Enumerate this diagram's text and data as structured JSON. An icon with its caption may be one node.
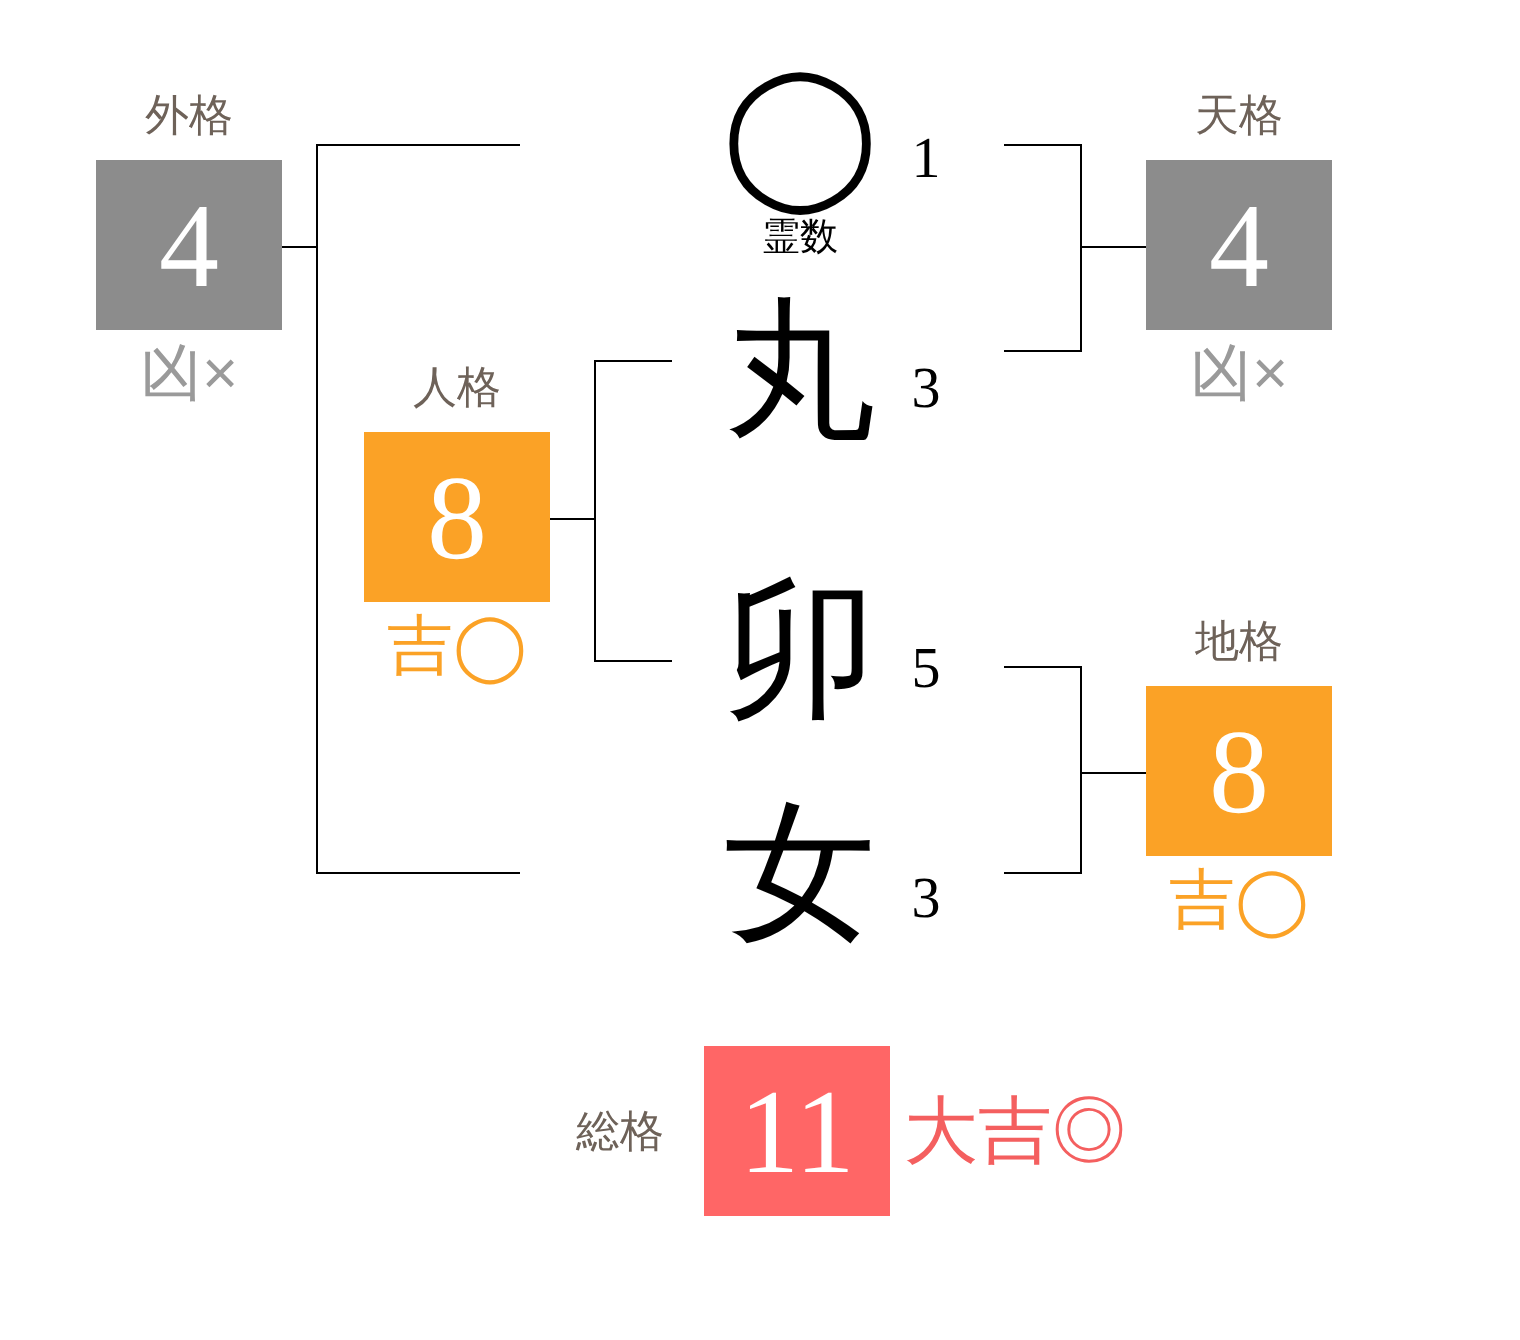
{
  "diagram": {
    "nodes": [
      {
        "text": [
          "外格",
          "4"
        ],
        "beside": [
          "凶×"
        ]
      },
      {
        "text": [
          "◯"
        ],
        "beside": [
          "霊数",
          "1"
        ]
      },
      {
        "text": [
          "天格",
          "4"
        ],
        "beside": [
          "凶×"
        ]
      },
      {
        "text": [
          "丸"
        ],
        "beside": [
          "3"
        ]
      },
      {
        "text": [
          "人格",
          "8"
        ],
        "beside": [
          "吉◯"
        ]
      },
      {
        "text": [
          "卯"
        ],
        "beside": [
          "5"
        ]
      },
      {
        "text": [
          "地格",
          "8"
        ],
        "beside": [
          "吉◯"
        ]
      },
      {
        "text": [
          "女"
        ],
        "beside": [
          "3"
        ]
      },
      {
        "text": [
          "総格",
          "11"
        ],
        "beside": [
          "大吉◎"
        ]
      }
    ],
    "edges": [
      {
        "from": null,
        "to": 0,
        "arrow": "none"
      },
      {
        "from": null,
        "to": 0,
        "arrow": "none"
      },
      {
        "from": 1,
        "to": 2,
        "arrow": "none"
      },
      {
        "from": 3,
        "to": 2,
        "arrow": "none"
      },
      {
        "from": 3,
        "to": 4,
        "arrow": "none"
      },
      {
        "from": 5,
        "to": 4,
        "arrow": "none"
      },
      {
        "from": 5,
        "to": 6,
        "arrow": "none"
      },
      {
        "from": 7,
        "to": 6,
        "arrow": "none"
      }
    ]
  }
}
